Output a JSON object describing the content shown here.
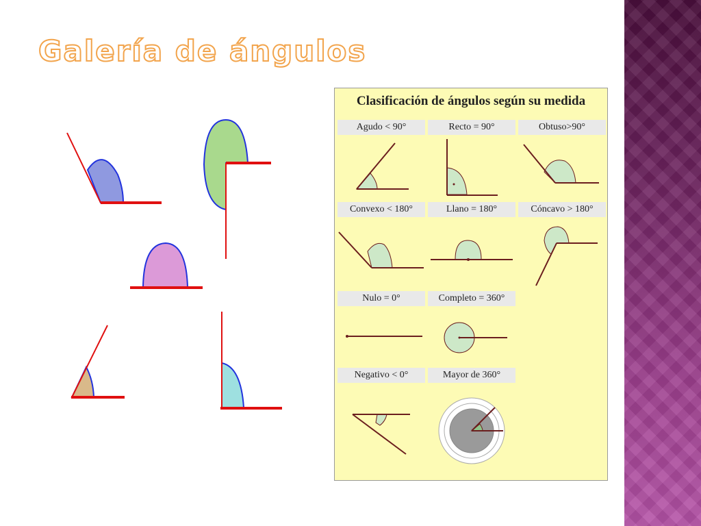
{
  "slide": {
    "title": "Galería de ángulos"
  },
  "figure": {
    "title": "Clasificación de ángulos según su medida",
    "labels": {
      "agudo": "Agudo < 90°",
      "recto": "Recto = 90°",
      "obtuso": "Obtuso>90°",
      "convexo": "Convexo < 180°",
      "llano": "Llano = 180°",
      "concavo": "Cóncavo > 180°",
      "nulo": "Nulo = 0°",
      "completo": "Completo = 360°",
      "negativo": "Negativo < 0°",
      "mayor": "Mayor de 360°"
    }
  },
  "colors": {
    "accent_title": "#f2a44c",
    "side_band": "#7a2a6a",
    "ray": "#e01010",
    "arc_stroke": "#2233dd",
    "figure_bg": "#fdfbb5",
    "figure_ray": "#6b1e1e",
    "figure_arc_fill": "#cde8c8"
  }
}
